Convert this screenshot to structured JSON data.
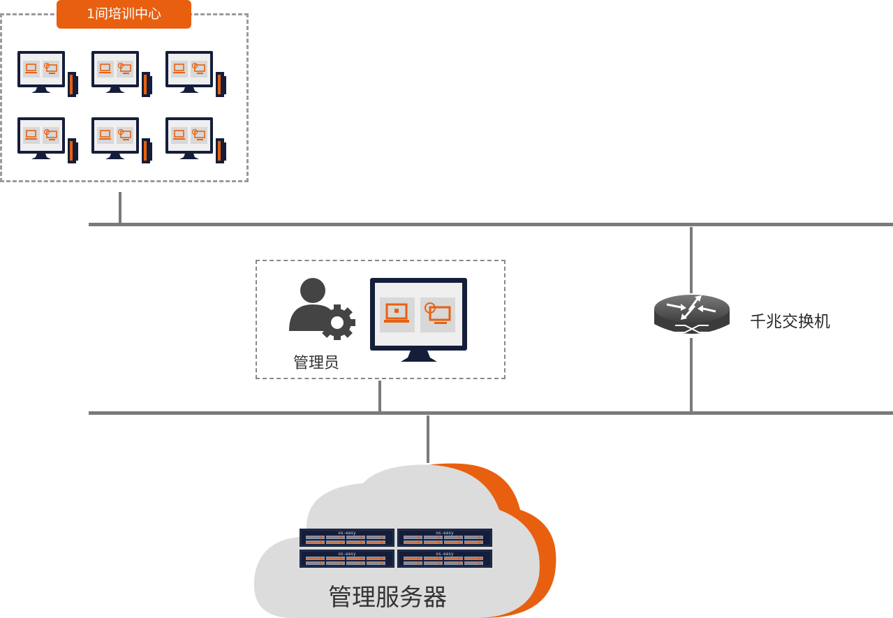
{
  "diagram": {
    "training_center": {
      "title": "1间培训中心",
      "workstation_count": 6
    },
    "administrator": {
      "label": "管理员"
    },
    "switch": {
      "label": "千兆交换机"
    },
    "server_cloud": {
      "label": "管理服务器",
      "server_brand": "os-easy",
      "server_count": 4
    },
    "colors": {
      "accent": "#e8600f",
      "line": "#7a7a7a",
      "monitor": "#141e3a",
      "cloud": "#dcdcdc"
    }
  }
}
